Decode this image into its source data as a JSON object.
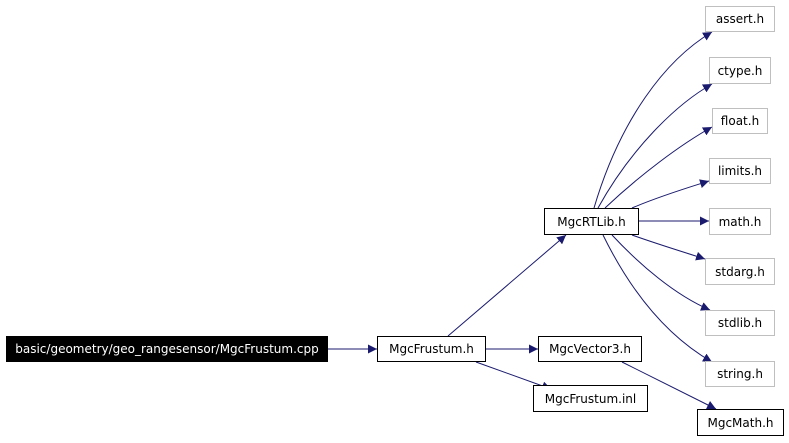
{
  "colors": {
    "edge": "#1a1a6e",
    "root_fill": "#000000",
    "root_text": "#ffffff",
    "node_border": "#000000",
    "external_border": "#bfbfbf"
  },
  "nodes": {
    "root": "basic/geometry/geo_rangesensor/MgcFrustum.cpp",
    "mgc_frustum_h": "MgcFrustum.h",
    "mgc_rtlib_h": "MgcRTLib.h",
    "mgc_vector3_h": "MgcVector3.h",
    "mgc_frustum_inl": "MgcFrustum.inl",
    "mgc_math_h": "MgcMath.h",
    "assert_h": "assert.h",
    "ctype_h": "ctype.h",
    "float_h": "float.h",
    "limits_h": "limits.h",
    "math_h": "math.h",
    "stdarg_h": "stdarg.h",
    "stdlib_h": "stdlib.h",
    "string_h": "string.h"
  },
  "edges": [
    [
      "root",
      "mgc_frustum_h"
    ],
    [
      "mgc_frustum_h",
      "mgc_rtlib_h"
    ],
    [
      "mgc_frustum_h",
      "mgc_vector3_h"
    ],
    [
      "mgc_frustum_h",
      "mgc_frustum_inl"
    ],
    [
      "mgc_vector3_h",
      "mgc_math_h"
    ],
    [
      "mgc_rtlib_h",
      "assert_h"
    ],
    [
      "mgc_rtlib_h",
      "ctype_h"
    ],
    [
      "mgc_rtlib_h",
      "float_h"
    ],
    [
      "mgc_rtlib_h",
      "limits_h"
    ],
    [
      "mgc_rtlib_h",
      "math_h"
    ],
    [
      "mgc_rtlib_h",
      "stdarg_h"
    ],
    [
      "mgc_rtlib_h",
      "stdlib_h"
    ],
    [
      "mgc_rtlib_h",
      "string_h"
    ]
  ]
}
